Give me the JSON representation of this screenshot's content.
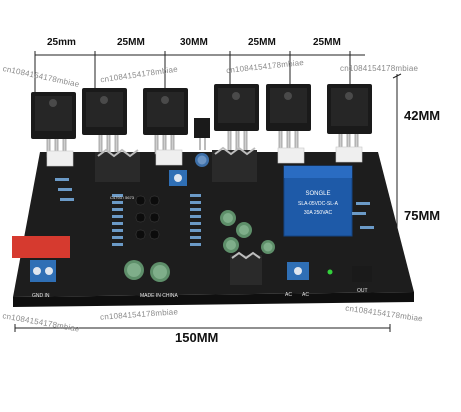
{
  "dimensions": {
    "spacings": [
      "25mm",
      "25MM",
      "30MM",
      "25MM",
      "25MM"
    ],
    "height_top": "42MM",
    "height_bottom": "75MM",
    "width": "150MM"
  },
  "watermarks": [
    "cn1084154178mbiae",
    "cn1084154178mbiae",
    "cn1084154178mbiae",
    "cn1084154178mbiae",
    "cn1084154178mbiae",
    "cn1084154178mbiae",
    "cn1084154178mbiae"
  ],
  "board": {
    "relay_brand": "SONGLE",
    "relay_model": "SLA-05VDC-SL-A",
    "relay_spec": "30A 250VAC",
    "silk_gnd_in": "GND IN",
    "silk_made_in": "MADE IN CHINA",
    "silk_ac": "AC",
    "silk_ac2": "AC",
    "silk_out": "OUT",
    "silk_pcb": "C4793 / 5673"
  },
  "colors": {
    "pcb": "#1d1d1d",
    "transistor_body": "#1a1a1a",
    "heatsink_metal": "#bdbdbd",
    "relay_blue": "#1e5aa8",
    "terminal_blue": "#2f6fb5",
    "terminal_red": "#d63a2f",
    "capacitor_green": "#5e8f6a",
    "resistor_blue": "#6b9ac7"
  }
}
